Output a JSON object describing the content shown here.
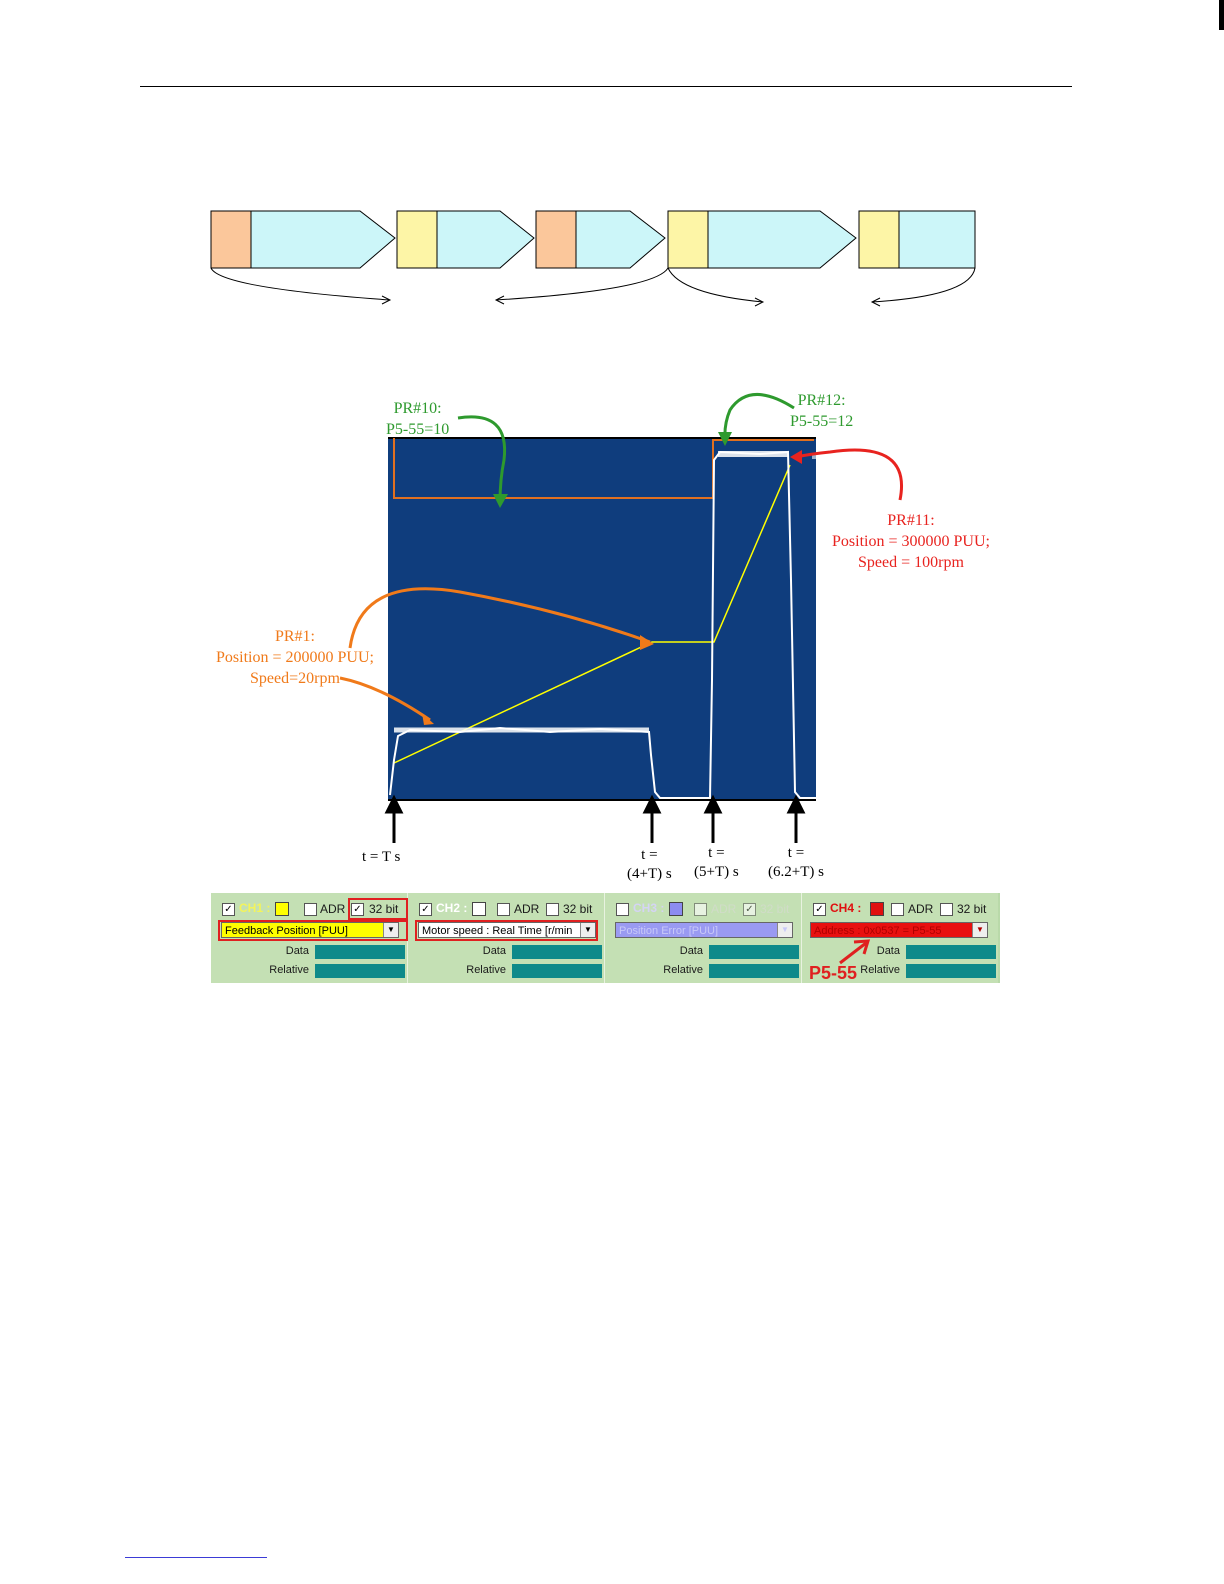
{
  "scope": {
    "pr10_line1": "PR#10:",
    "pr10_line2": "P5-55=10",
    "pr12_line1": "PR#12:",
    "pr12_line2": "P5-55=12",
    "pr11_line1": "PR#11:",
    "pr11_line2": "Position = 300000 PUU;",
    "pr11_line3": "Speed = 100rpm",
    "pr1_line1": "PR#1:",
    "pr1_line2": "Position = 200000 PUU;",
    "pr1_line3": "Speed=20rpm",
    "t1": "t = T s",
    "t2_line1": "t =",
    "t2_line2": "(4+T) s",
    "t3_line1": "t =",
    "t3_line2": "(5+T) s",
    "t4_line1": "t =",
    "t4_line2": "(6.2+T) s"
  },
  "channels": [
    {
      "name": "CH1 :",
      "swatch": "#ffff00",
      "adr": "ADR",
      "bit": "32 bit",
      "select": "Feedback Position [PUU]",
      "data_label": "Data",
      "relative_label": "Relative",
      "checked": true,
      "bit_checked": true
    },
    {
      "name": "CH2 :",
      "swatch": "#ffffff",
      "adr": "ADR",
      "bit": "32 bit",
      "select": "Motor speed : Real Time [r/min",
      "data_label": "Data",
      "relative_label": "Relative",
      "checked": true,
      "bit_checked": false
    },
    {
      "name": "CH3 :",
      "swatch": "#8c8cf0",
      "adr": "ADR",
      "bit": "32 bit",
      "select": "Position Error [PUU]",
      "data_label": "Data",
      "relative_label": "Relative",
      "checked": false,
      "bit_checked": true
    },
    {
      "name": "CH4 :",
      "swatch": "#e01010",
      "adr": "ADR",
      "bit": "32 bit",
      "select": "Address : 0x0537 = P5-55",
      "data_label": "Data",
      "relative_label": "Relative",
      "checked": true,
      "bit_checked": false
    }
  ],
  "callout": "P5-55",
  "colors": {
    "scope_bg": "#0f3d7d",
    "ch1": "#ffff00",
    "ch2": "#ffffff",
    "ch4": "#e07020",
    "annotation_orange": "#f07a1a",
    "annotation_green": "#2e9a2e",
    "annotation_red": "#e8231f"
  }
}
